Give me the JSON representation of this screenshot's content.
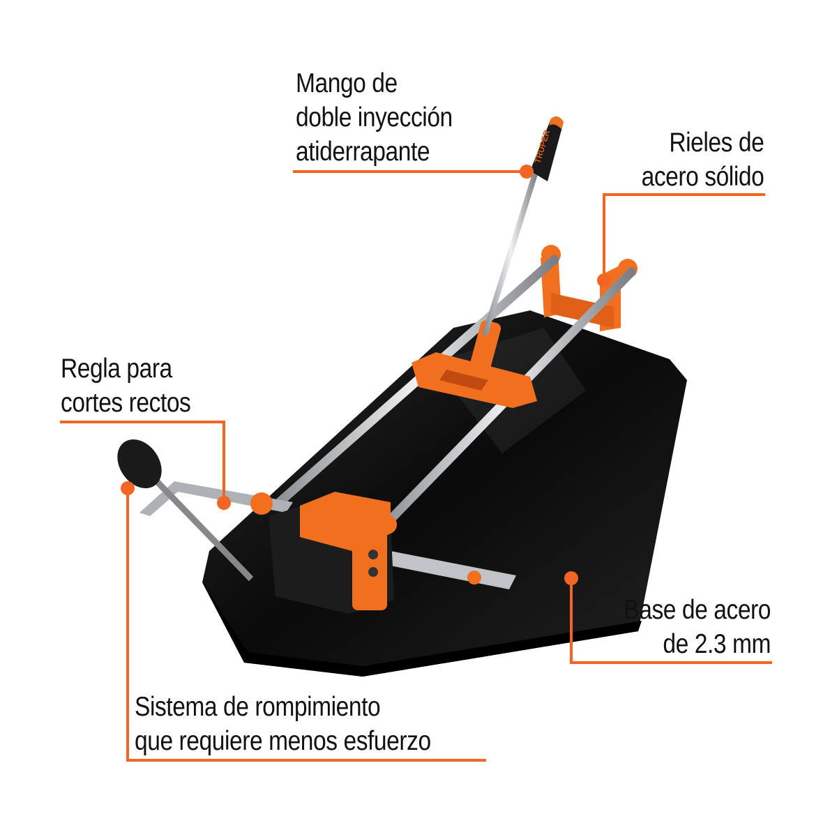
{
  "callouts": {
    "mango": {
      "lines": [
        "Mango de",
        "doble inyección",
        "atiderrapante"
      ]
    },
    "rieles": {
      "lines": [
        "Rieles de",
        "acero sólido"
      ]
    },
    "regla": {
      "lines": [
        "Regla para",
        "cortes rectos"
      ]
    },
    "base": {
      "lines": [
        "Base de acero",
        "de 2.3 mm"
      ]
    },
    "sistema": {
      "lines": [
        "Sistema de rompimiento",
        "que requiere menos esfuerzo"
      ]
    }
  },
  "product": {
    "handle_logo": "TRUPER"
  },
  "colors": {
    "accent": "#f26522",
    "base": "#111111",
    "rail": "#b8bcc0",
    "text": "#111111"
  }
}
